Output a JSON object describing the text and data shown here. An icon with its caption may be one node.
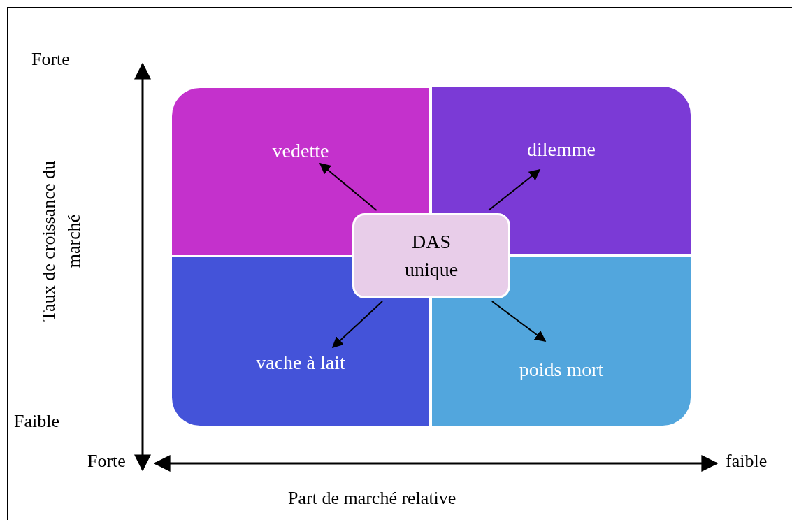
{
  "diagram": {
    "nodes": [
      {
        "text": [
          "vedette"
        ]
      },
      {
        "text": [
          "dilemme"
        ]
      },
      {
        "text": [
          "DAS unique"
        ]
      },
      {
        "text": [
          "vache à lait"
        ]
      },
      {
        "text": [
          "poids mort"
        ]
      }
    ],
    "edges": [
      {
        "from": 2,
        "to": 0,
        "arrow": "to"
      },
      {
        "from": 2,
        "to": 1,
        "arrow": "to"
      },
      {
        "from": 2,
        "to": 3,
        "arrow": "to"
      },
      {
        "from": 2,
        "to": 4,
        "arrow": "to"
      }
    ],
    "labels": [
      "Forte",
      "Taux de croissance du marché",
      "Faible",
      "Forte",
      "faible",
      "Part de marché relative"
    ]
  }
}
